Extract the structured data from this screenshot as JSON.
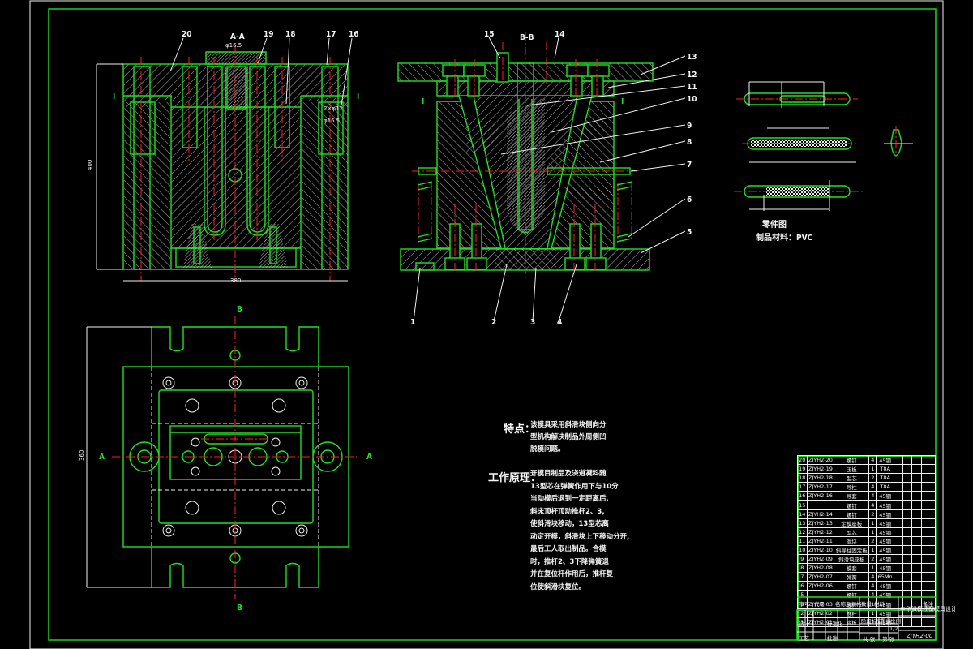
{
  "drawing": {
    "title": "中华微模注塑模具设计",
    "drawing_number": "ZJYH2-00",
    "scale": "1:2",
    "sheet": "1/2",
    "colors": {
      "outline": "#21e021",
      "hatch": "#f0f0f0",
      "centerline": "#ff2020",
      "background": "#000000"
    }
  },
  "views": {
    "section_aa": {
      "title": "A-A",
      "dim_height": "400",
      "dim_width": "380",
      "dim_top": "φ16.5",
      "dim_right_1": "2×φ12",
      "dim_right_2": "φ16.5",
      "section_marks": [
        "I",
        "I"
      ]
    },
    "section_bb": {
      "title": "B-B",
      "section_marks": [
        "I",
        "I"
      ]
    },
    "plan_view": {
      "section_marks_a": [
        "A",
        "A"
      ],
      "section_marks_b": [
        "B",
        "B"
      ],
      "dim_height": "360"
    },
    "part_view": {
      "caption": "零件图",
      "material": "制品材料：PVC"
    }
  },
  "balloons_aa": [
    "20",
    "19",
    "18",
    "17",
    "16"
  ],
  "balloons_bb_top": [
    "15",
    "14"
  ],
  "balloons_bb_right": [
    "13",
    "12",
    "11",
    "10",
    "9",
    "8",
    "7",
    "6",
    "5"
  ],
  "balloons_bb_bottom": [
    "1",
    "2",
    "3",
    "4"
  ],
  "notes": {
    "feature_label": "特点：",
    "feature_text": [
      "该模具采用斜滑块侧向分",
      "型机构解决制品外周侧凹",
      "脱模问题。"
    ],
    "principle_label": "工作原理：",
    "principle_text": [
      "开模目制品及浇道凝料随",
      "13型芯在弹簧作用下与10分",
      "当动模后退到一定距离后,",
      "斜床顶杆顶动推杆2、3,",
      "使斜滑块移动，13型芯离",
      "动定开模，斜滑块上下移动分开,",
      "最后工人取出制品。合模",
      "时，推杆2、3下降弹簧退",
      "并在复位杆作用后，推杆复",
      "位使斜滑块复位。"
    ]
  },
  "parts_list": {
    "rows": [
      [
        "20",
        "ZJYH2-20",
        "螺钉",
        "4",
        "45钢"
      ],
      [
        "19",
        "ZJYH2-19",
        "压板",
        "1",
        "T8A"
      ],
      [
        "18",
        "ZJYH2-18",
        "型芯",
        "2",
        "T8A"
      ],
      [
        "17",
        "ZJYH2-17",
        "导柱",
        "4",
        "T8A"
      ],
      [
        "16",
        "ZJYH2-16",
        "导套",
        "4",
        "45钢"
      ],
      [
        "15",
        "",
        "螺钉",
        "4",
        "45钢"
      ],
      [
        "14",
        "ZJYH2-14",
        "螺钉",
        "2",
        "45钢"
      ],
      [
        "13",
        "ZJYH2-13",
        "定模座板",
        "1",
        "45钢"
      ],
      [
        "12",
        "ZJYH2-12",
        "型芯",
        "1",
        "45钢"
      ],
      [
        "11",
        "ZJYH2-11",
        "滑块",
        "2",
        "45钢"
      ],
      [
        "10",
        "ZJYH2-10",
        "斜导柱固定板",
        "1",
        "45钢"
      ],
      [
        "9",
        "ZJYH2-09",
        "斜滑块座板",
        "2",
        "45钢"
      ],
      [
        "8",
        "ZJYH2-08",
        "模套",
        "1",
        "45钢"
      ],
      [
        "7",
        "ZJYH2-07",
        "弹簧",
        "4",
        "65Mn"
      ],
      [
        "6",
        "ZJYH2-06",
        "螺钉",
        "4",
        "45钢"
      ],
      [
        "5",
        "",
        "螺钉",
        "4",
        "45钢"
      ],
      [
        "3",
        "ZJYH2-03",
        "推杆",
        "1",
        "45钢"
      ],
      [
        "2",
        "ZJYH2-02",
        "推杆",
        "1",
        "45钢"
      ],
      [
        "1",
        "ZJYH2-01",
        "底板",
        "2",
        "45钢"
      ]
    ],
    "header": [
      "序号",
      "代号",
      "名称及规格",
      "数量",
      "材料",
      "单件 总计 重量",
      "备注"
    ]
  },
  "title_block": {
    "labels": [
      "标记",
      "处数",
      "更改文件号",
      "签字",
      "设计",
      "标准化",
      "审核",
      "工艺",
      "批准",
      "阶段标记",
      "重量",
      "比例",
      "共 张",
      "第 张"
    ]
  }
}
